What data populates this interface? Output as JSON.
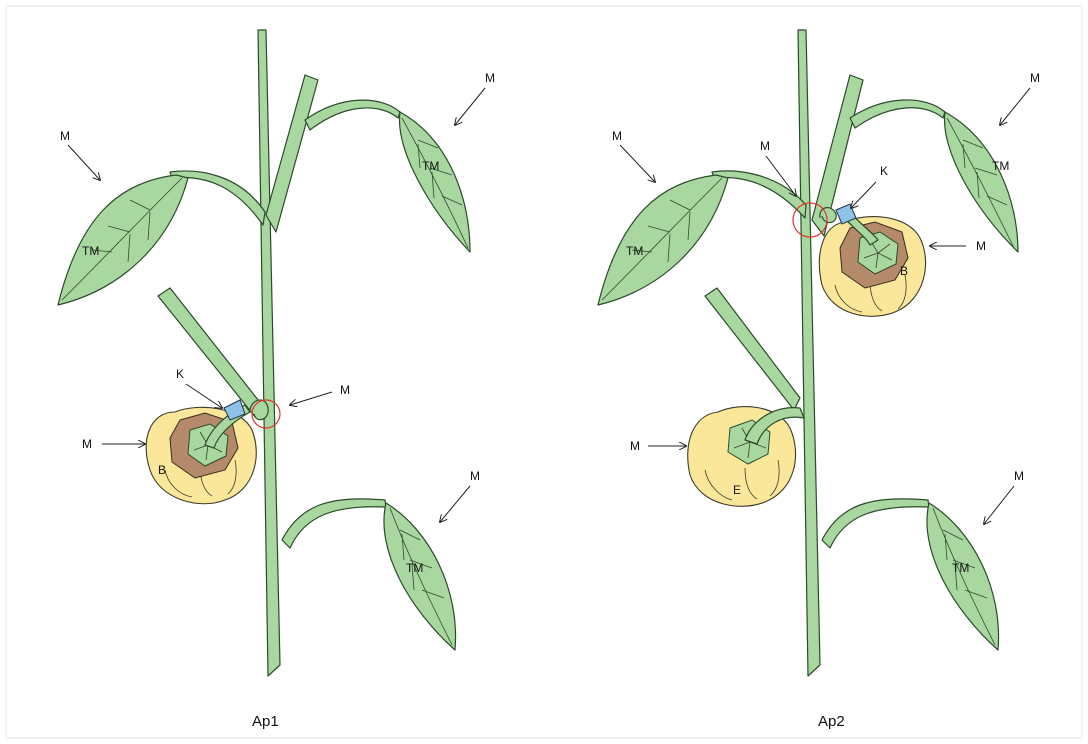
{
  "figure": {
    "panels": [
      {
        "caption": "Ap1",
        "labels": {
          "m_upper_left": "M",
          "m_upper_right": "M",
          "tm_left": "TM",
          "tm_right": "TM",
          "k": "K",
          "m_fruit": "M",
          "b": "B",
          "m_node": "M",
          "m_lower_right": "M",
          "tm_lower": "TM"
        }
      },
      {
        "caption": "Ap2",
        "labels": {
          "m_upper_left": "M",
          "m_node": "M",
          "m_upper_right": "M",
          "tm_left": "TM",
          "tm_right": "TM",
          "k": "K",
          "m_fruit_b": "M",
          "b": "B",
          "m_fruit_e": "M",
          "e": "E",
          "m_lower_right": "M",
          "tm_lower": "TM"
        }
      }
    ],
    "colors": {
      "plant": "#a8d8a0",
      "fruit": "#fbe79a",
      "sepal": "#b48a6a",
      "knot": "#8fc2e8",
      "highlight": "#e0342c"
    }
  }
}
